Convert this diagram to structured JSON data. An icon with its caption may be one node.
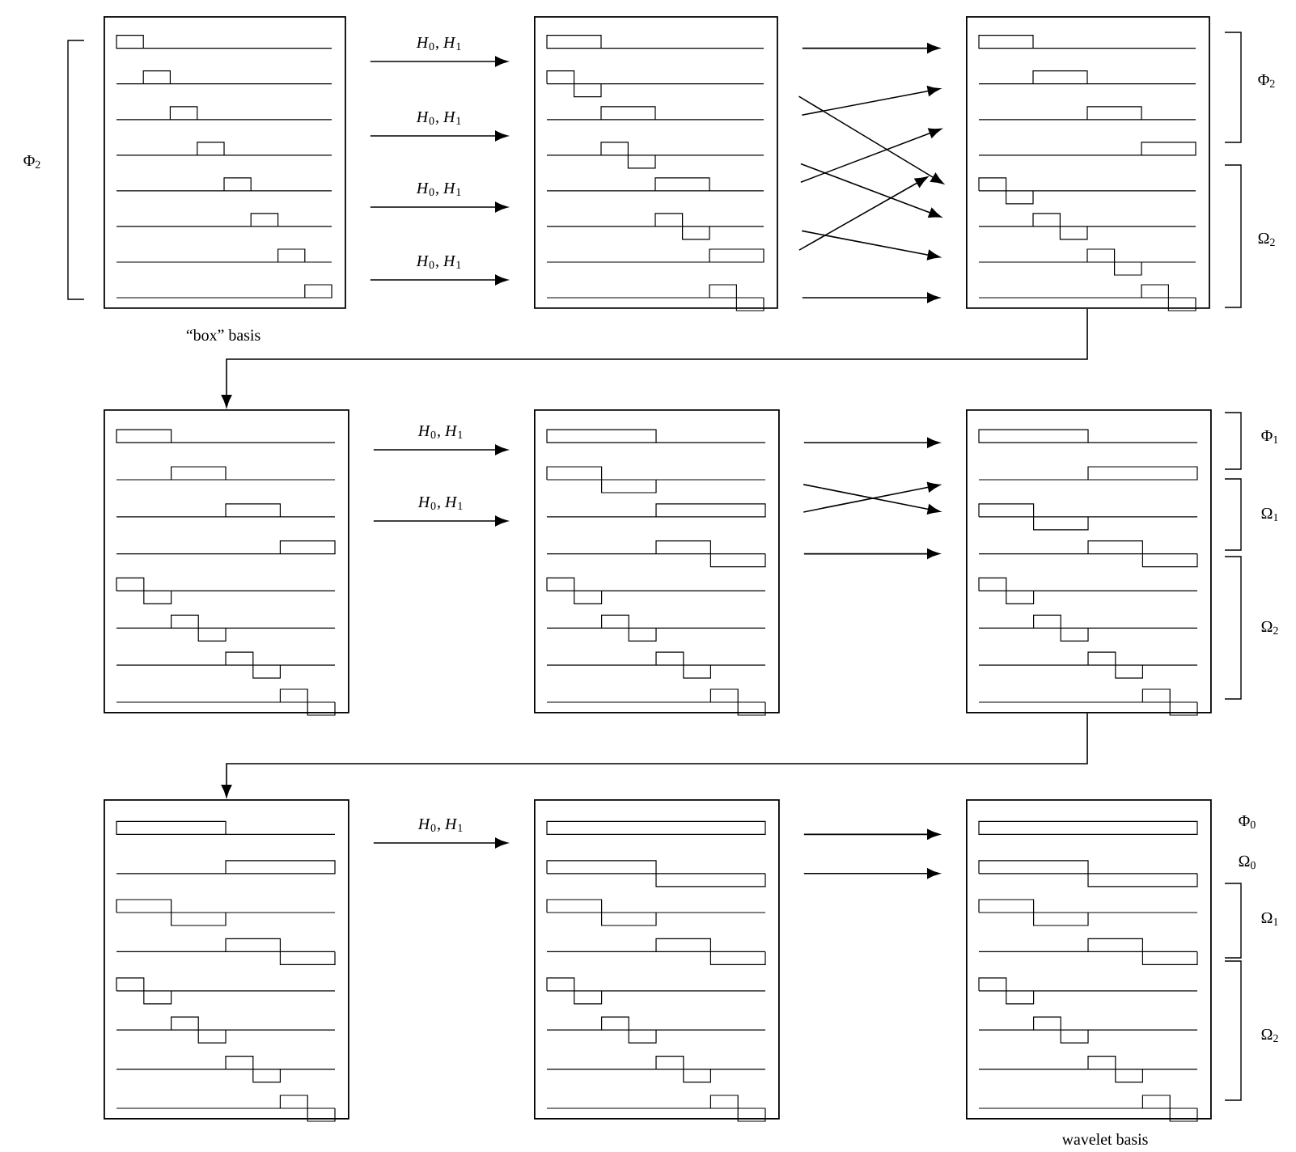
{
  "diagram": {
    "nodes": [
      {
        "text": [],
        "shape": "box",
        "beside": [
          "“box” basis"
        ]
      },
      {
        "text": [],
        "shape": "box"
      },
      {
        "text": [],
        "shape": "box"
      },
      {
        "text": [],
        "shape": "box"
      },
      {
        "text": [],
        "shape": "box"
      },
      {
        "text": [],
        "shape": "box"
      },
      {
        "text": [],
        "shape": "box"
      },
      {
        "text": [],
        "shape": "box"
      },
      {
        "text": [],
        "shape": "box",
        "beside": [
          "wavelet basis"
        ]
      }
    ],
    "edges": [
      {
        "from": 0,
        "to": 1,
        "arrow": "to",
        "label": "*H*$_{0}$, *H*$_{1}$"
      },
      {
        "from": 0,
        "to": 1,
        "arrow": "to",
        "label": "*H*$_{0}$, *H*$_{1}$"
      },
      {
        "from": 0,
        "to": 1,
        "arrow": "to",
        "label": "*H*$_{0}$, *H*$_{1}$"
      },
      {
        "from": 0,
        "to": 1,
        "arrow": "to",
        "label": "*H*$_{0}$, *H*$_{1}$"
      },
      {
        "from": 1,
        "to": 2,
        "arrow": "to"
      },
      {
        "from": 1,
        "to": 2,
        "arrow": "to"
      },
      {
        "from": 1,
        "to": 2,
        "arrow": "to"
      },
      {
        "from": 1,
        "to": 2,
        "arrow": "to"
      },
      {
        "from": 1,
        "to": 2,
        "arrow": "to"
      },
      {
        "from": 1,
        "to": 2,
        "arrow": "to"
      },
      {
        "from": 1,
        "to": 2,
        "arrow": "to"
      },
      {
        "from": 1,
        "to": 2,
        "arrow": "to"
      },
      {
        "from": 2,
        "to": 3,
        "arrow": "to"
      },
      {
        "from": 3,
        "to": 4,
        "arrow": "to",
        "label": "*H*$_{0}$, *H*$_{1}$"
      },
      {
        "from": 3,
        "to": 4,
        "arrow": "to",
        "label": "*H*$_{0}$, *H*$_{1}$"
      },
      {
        "from": 4,
        "to": 5,
        "arrow": "to"
      },
      {
        "from": 4,
        "to": 5,
        "arrow": "to"
      },
      {
        "from": 4,
        "to": 5,
        "arrow": "to"
      },
      {
        "from": 4,
        "to": 5,
        "arrow": "to"
      },
      {
        "from": 5,
        "to": 6,
        "arrow": "to"
      },
      {
        "from": 6,
        "to": 7,
        "arrow": "to",
        "label": "*H*$_{0}$, *H*$_{1}$"
      },
      {
        "from": 7,
        "to": 8,
        "arrow": "to"
      },
      {
        "from": 7,
        "to": 8,
        "arrow": "to"
      }
    ],
    "labels": [
      "Φ$_{2}$",
      "Φ$_{2}$",
      "Ω$_{2}$",
      "Φ$_{1}$",
      "Ω$_{1}$",
      "Ω$_{2}$",
      "Φ$_{0}$",
      "Ω$_{0}$",
      "Ω$_{1}$",
      "Ω$_{2}$"
    ]
  }
}
